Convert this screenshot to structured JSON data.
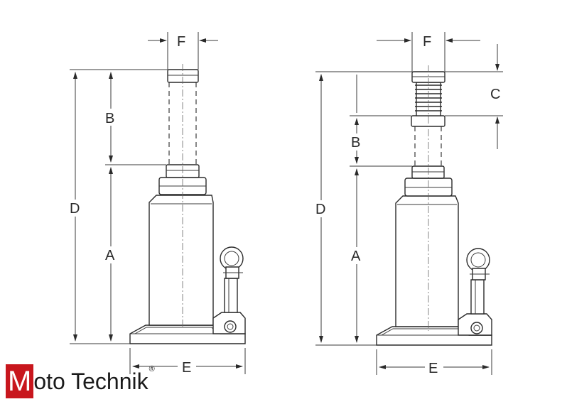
{
  "labels": {
    "left": {
      "F": "F",
      "B": "B",
      "D": "D",
      "A": "A",
      "E": "E"
    },
    "right": {
      "F": "F",
      "C": "C",
      "B": "B",
      "D": "D",
      "A": "A",
      "E": "E"
    }
  },
  "logo": {
    "box_letter": "M",
    "text": "oto Technik",
    "mark": "®",
    "box_color": "#c8161d"
  }
}
